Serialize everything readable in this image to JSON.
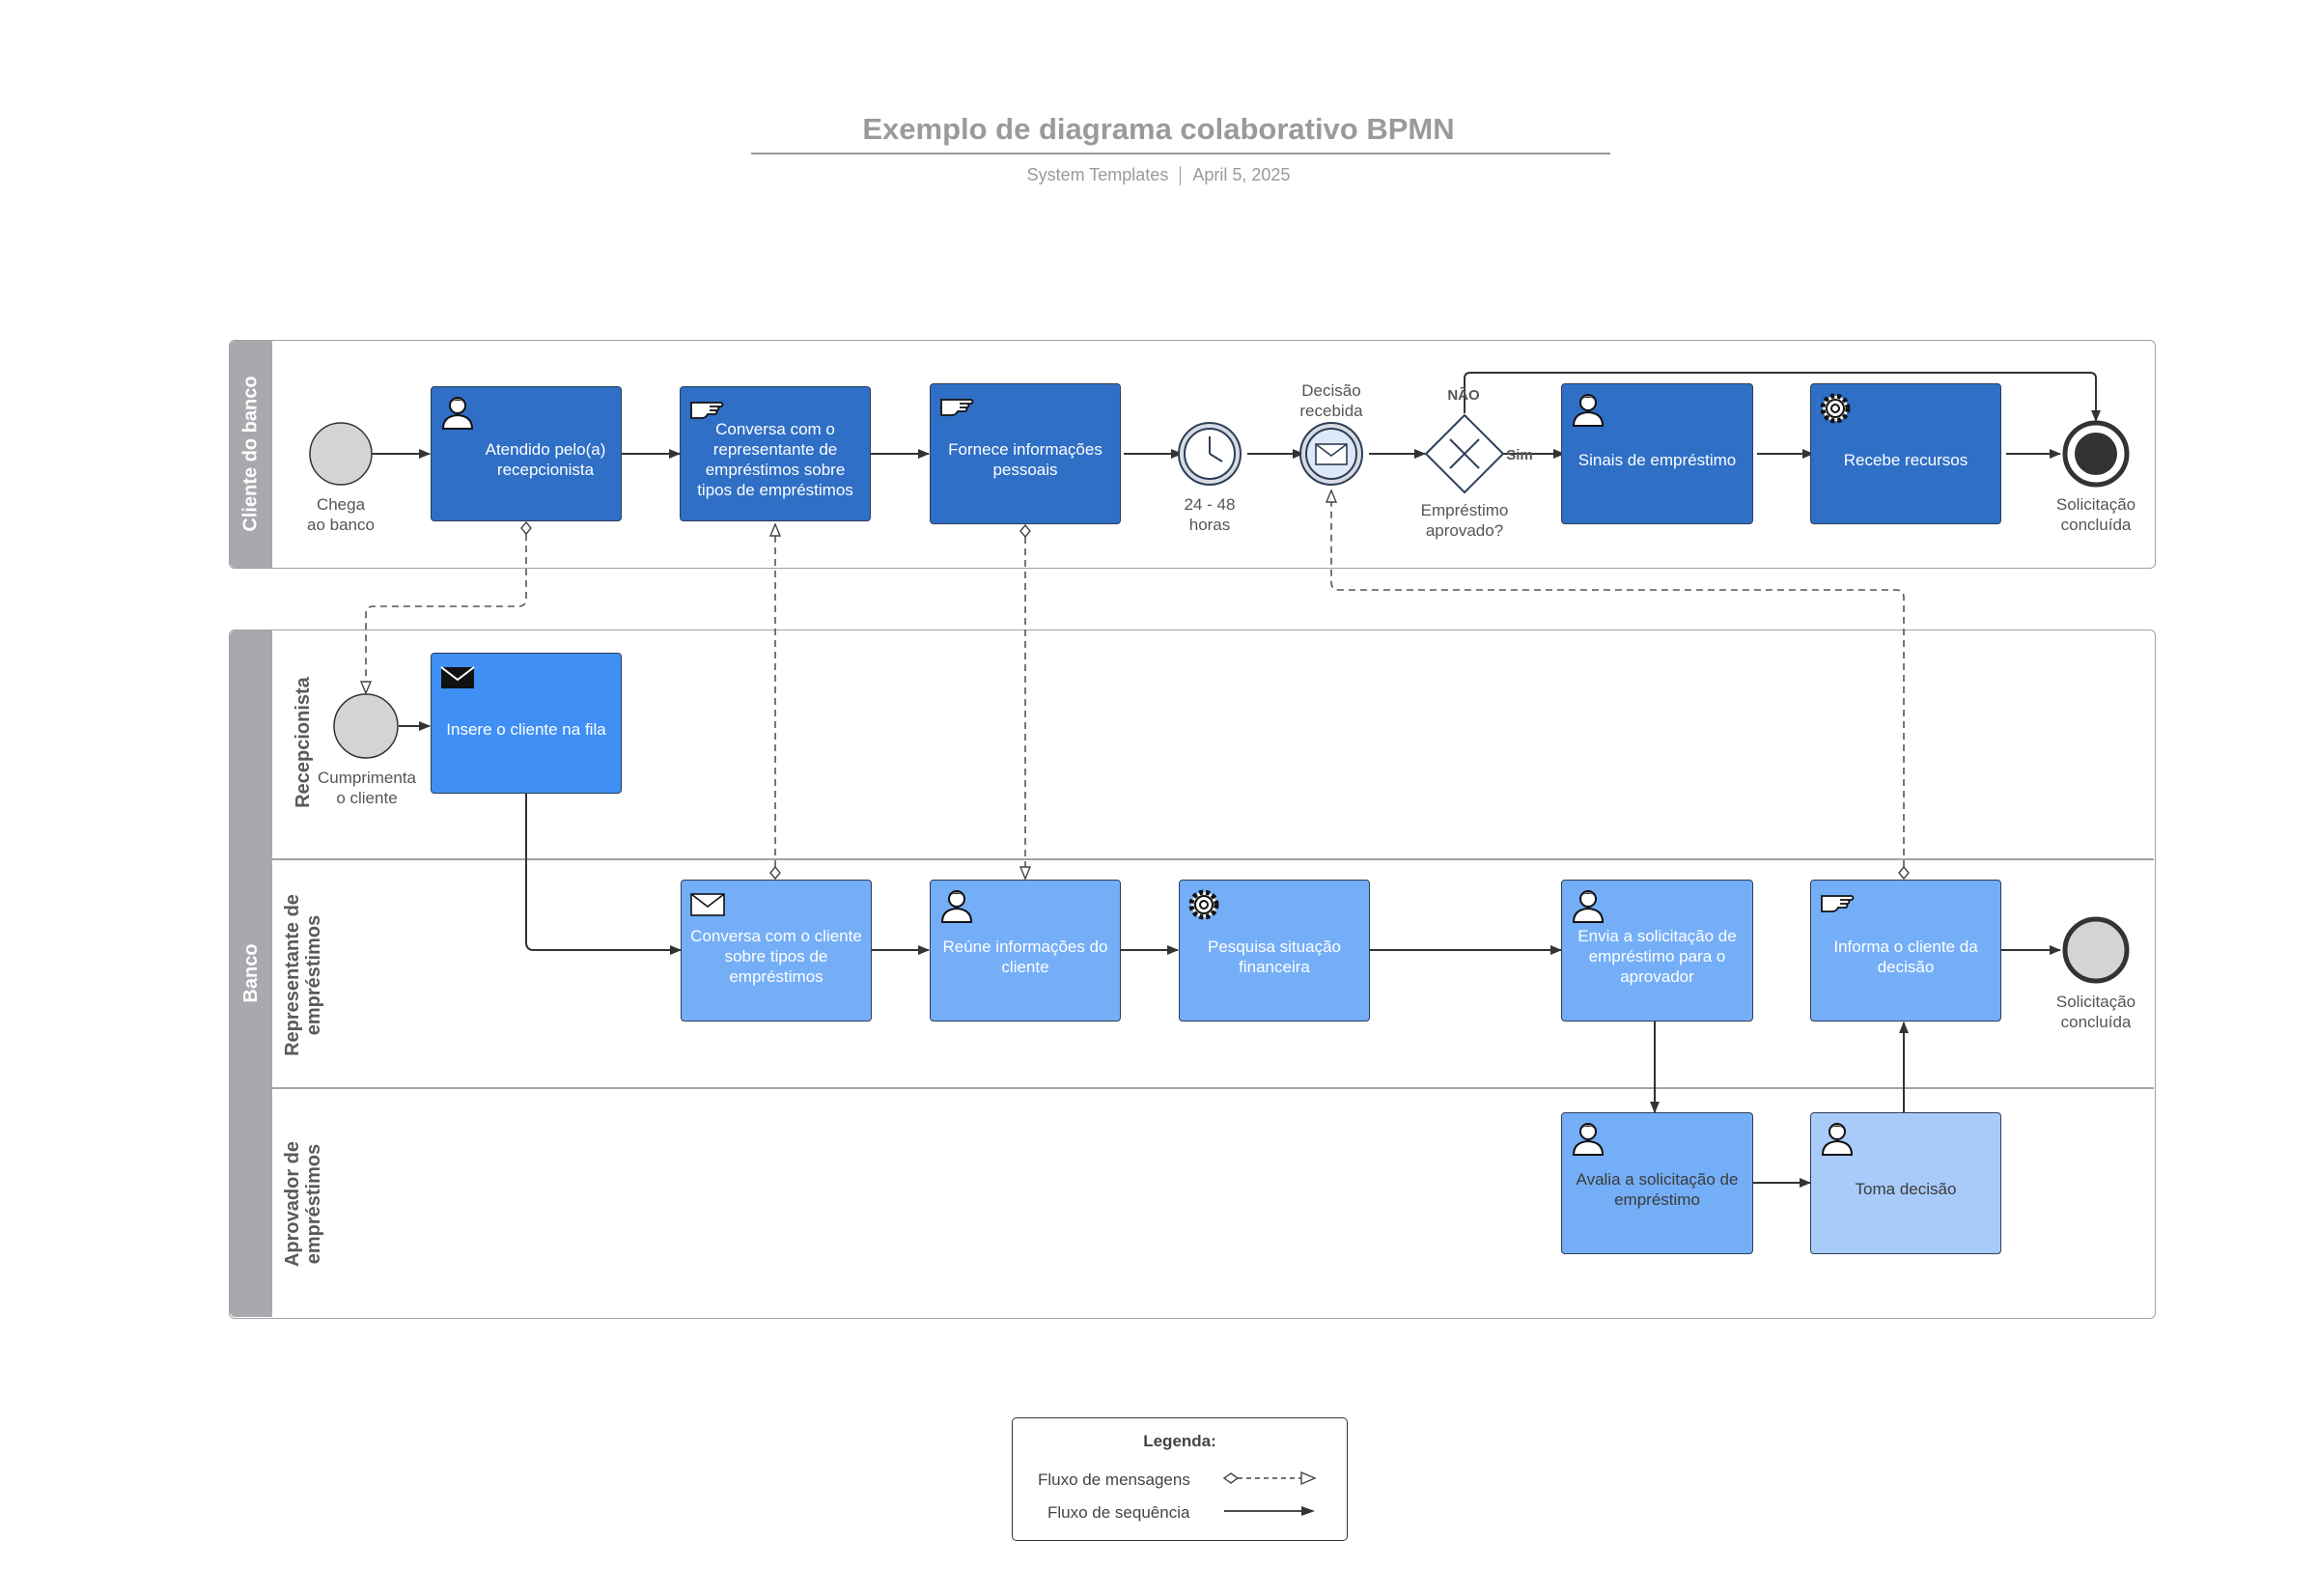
{
  "header": {
    "title": "Exemplo de diagrama colaborativo BPMN",
    "author": "System Templates",
    "date": "April 5, 2025"
  },
  "pools": {
    "client": "Cliente do banco",
    "bank": "Banco"
  },
  "lanes": {
    "receptionist": "Recepcionista",
    "loan_rep": "Representante de empréstimos",
    "approver": "Aprovador de empréstimos"
  },
  "events": {
    "arrives": "Chega ao banco",
    "timer": "24 - 48 horas",
    "decision_received": "Decisão recebida",
    "done_client": "Solicitação concluída",
    "greets": "Cumprimenta o cliente",
    "done_rep": "Solicitação concluída"
  },
  "gateway": {
    "label": "Empréstimo aprovado?",
    "no": "NÃO",
    "yes": "Sim"
  },
  "tasks": {
    "c1": "Atendido pelo(a) recepcionista",
    "c2": "Conversa com o representante de empréstimos sobre tipos de empréstimos",
    "c3": "Fornece informações pessoais",
    "c4": "Sinais de empréstimo",
    "c5": "Recebe recursos",
    "r1": "Insere o cliente na fila",
    "l1": "Conversa com o cliente sobre tipos de empréstimos",
    "l2": "Reúne informações do cliente",
    "l3": "Pesquisa situação financeira",
    "l4": "Envia a solicitação de empréstimo para o aprovador",
    "l5": "Informa o cliente da decisão",
    "a1": "Avalia a solicitação de empréstimo",
    "a2": "Toma decisão"
  },
  "legend": {
    "title": "Legenda:",
    "message_flow": "Fluxo de mensagens",
    "sequence_flow": "Fluxo de sequência"
  },
  "colors": {
    "task_dark": "#2f6fc6",
    "task_mid": "#3f8ff5",
    "task_light": "#74aef7",
    "task_pale": "#a9cbf9",
    "pool_bar": "#a7a9ad"
  }
}
